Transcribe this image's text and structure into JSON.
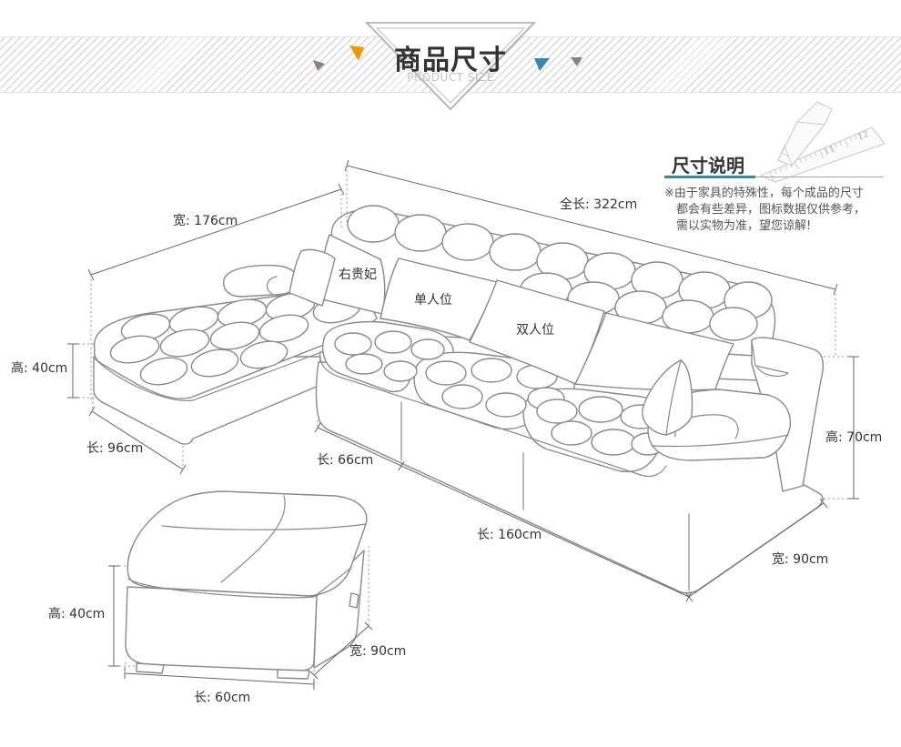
{
  "header": {
    "title": "商品尺寸",
    "subtitle": "PRODUCT SIZE"
  },
  "note": {
    "title": "尺寸说明",
    "lines": [
      "※由于家具的特殊性，每个成品的尺寸",
      "都会有些差异，图标数据仅供参考，",
      "需以实物为准，望您谅解!"
    ]
  },
  "sofa": {
    "pillow_labels": {
      "chaise": "右贵妃",
      "single_seat": "单人位",
      "double_seat": "双人位"
    },
    "dimensions": {
      "chaise_width": "宽: 176cm",
      "total_length": "全长: 322cm",
      "chaise_height": "高: 40cm",
      "back_height": "高: 70cm",
      "chaise_length": "长: 96cm",
      "single_length": "长: 66cm",
      "double_length": "长: 160cm",
      "depth": "宽: 90cm"
    }
  },
  "ottoman": {
    "dimensions": {
      "height": "高: 40cm",
      "width": "宽: 90cm",
      "length": "长: 60cm"
    }
  },
  "ruler": {
    "tick_labels": [
      "11",
      "12"
    ]
  },
  "colors": {
    "accent_orange": "#f39800",
    "accent_blue": "#3a87ad",
    "accent_gray": "#8c8088",
    "line": "#8a8a8a",
    "text": "#333333"
  }
}
